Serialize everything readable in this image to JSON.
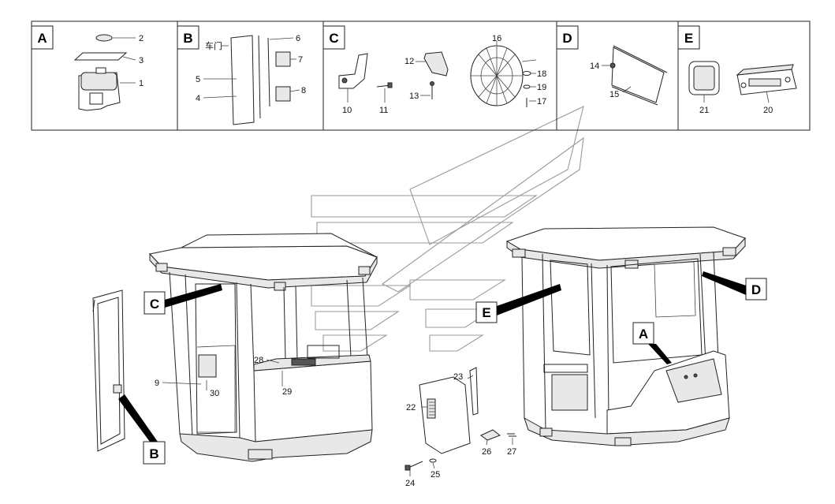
{
  "panels": [
    {
      "letter": "A",
      "labels": [
        "2",
        "3",
        "1"
      ]
    },
    {
      "letter": "B",
      "labels": [
        "车门",
        "6",
        "7",
        "5",
        "4",
        "8"
      ]
    },
    {
      "letter": "C",
      "labels": [
        "16",
        "12",
        "18",
        "19",
        "17",
        "13",
        "10",
        "11"
      ]
    },
    {
      "letter": "D",
      "labels": [
        "14",
        "15"
      ]
    },
    {
      "letter": "E",
      "labels": [
        "21",
        "20"
      ]
    }
  ],
  "callouts": {
    "C": "C",
    "B": "B",
    "E": "E",
    "A": "A",
    "D": "D"
  },
  "main_labels": {
    "n9": "9",
    "n30": "30",
    "n28": "28",
    "n29": "29",
    "n22": "22",
    "n23": "23",
    "n24": "24",
    "n25": "25",
    "n26": "26",
    "n27": "27"
  },
  "colors": {
    "line": "#222222",
    "watermark": "#9a9a9a"
  }
}
